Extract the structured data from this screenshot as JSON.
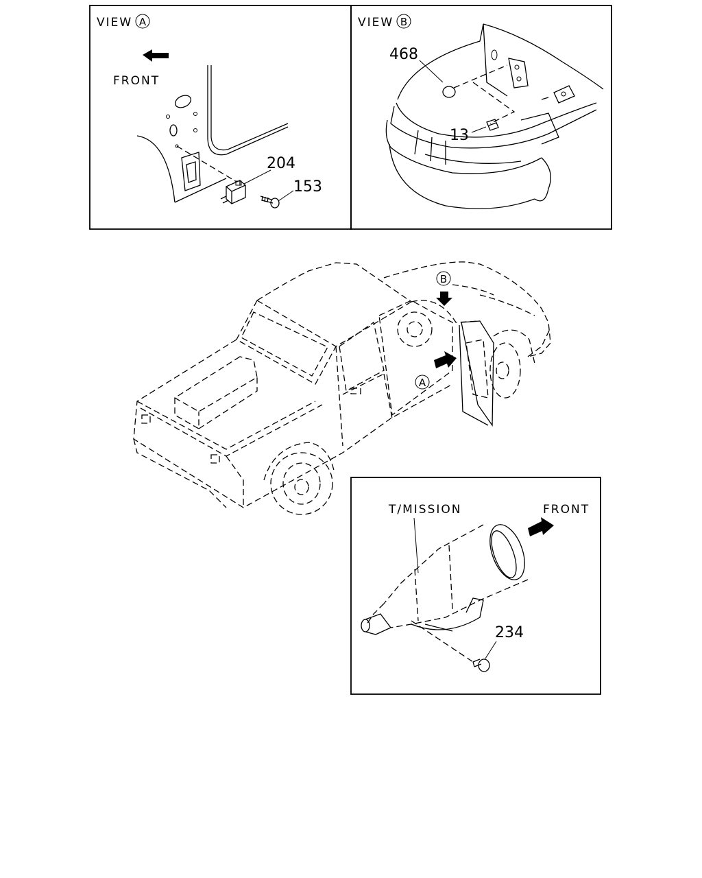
{
  "view_a": {
    "title_prefix": "VIEW",
    "title_letter": "A",
    "front_label": "FRONT",
    "callouts": [
      "204",
      "153"
    ]
  },
  "view_b": {
    "title_prefix": "VIEW",
    "title_letter": "B",
    "callouts": [
      "468",
      "13"
    ]
  },
  "main_view": {
    "marker_a": "A",
    "marker_b": "B"
  },
  "transmission_view": {
    "component_label": "T/MISSION",
    "front_label": "FRONT",
    "callouts": [
      "234"
    ]
  }
}
